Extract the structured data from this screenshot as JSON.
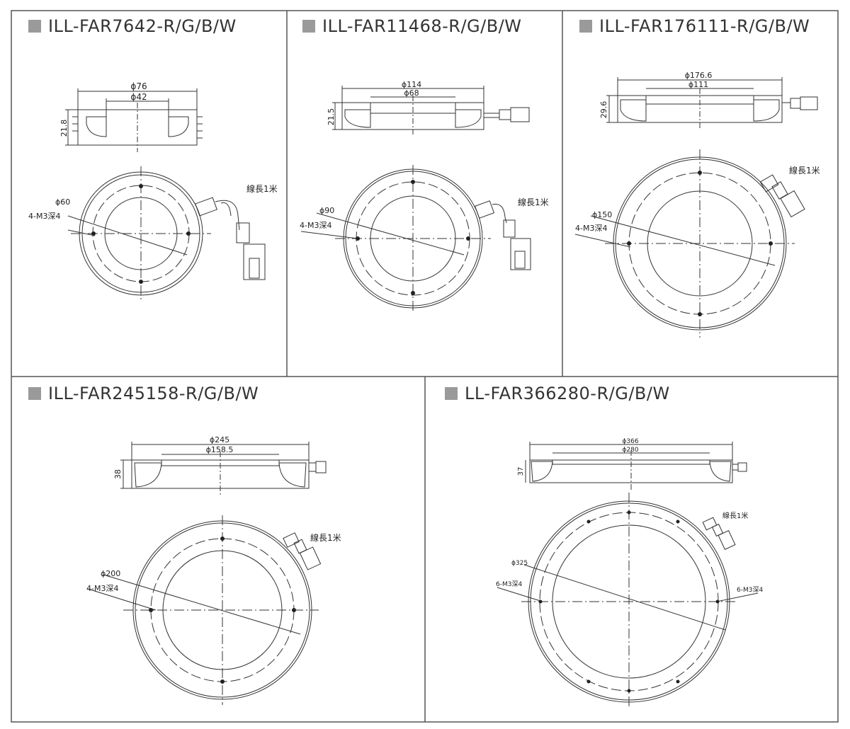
{
  "colors": {
    "border": "#555555",
    "line": "#333333",
    "marker": "#9a9a9a"
  },
  "panels": [
    {
      "title": "ILL-FAR7642-R/G/B/W",
      "side": {
        "outer_dia": "ϕ76",
        "inner_dia": "ϕ42",
        "height": "21.8"
      },
      "front": {
        "pcd": "ϕ60",
        "holes": "4-M3深4",
        "cable": "線長1米"
      }
    },
    {
      "title": "ILL-FAR11468-R/G/B/W",
      "side": {
        "outer_dia": "ϕ114",
        "inner_dia": "ϕ68",
        "height": "21.5"
      },
      "front": {
        "pcd": "ϕ90",
        "holes": "4-M3深4",
        "cable": "線長1米"
      }
    },
    {
      "title": "ILL-FAR176111-R/G/B/W",
      "side": {
        "outer_dia": "ϕ176.6",
        "inner_dia": "ϕ111",
        "height": "29.6"
      },
      "front": {
        "pcd": "ϕ150",
        "holes": "4-M3深4",
        "cable": "線長1米"
      }
    },
    {
      "title": "ILL-FAR245158-R/G/B/W",
      "side": {
        "outer_dia": "ϕ245",
        "inner_dia": "ϕ158.5",
        "height": "38"
      },
      "front": {
        "pcd": "ϕ200",
        "holes": "4-M3深4",
        "cable": "線長1米"
      }
    },
    {
      "title": "LL-FAR366280-R/G/B/W",
      "side": {
        "outer_dia": "ϕ366",
        "inner_dia": "ϕ280",
        "height": "37"
      },
      "front": {
        "pcd": "ϕ325",
        "holes_left": "6-M3深4",
        "holes_right": "6-M3深4",
        "cable": "線長1米"
      }
    }
  ]
}
